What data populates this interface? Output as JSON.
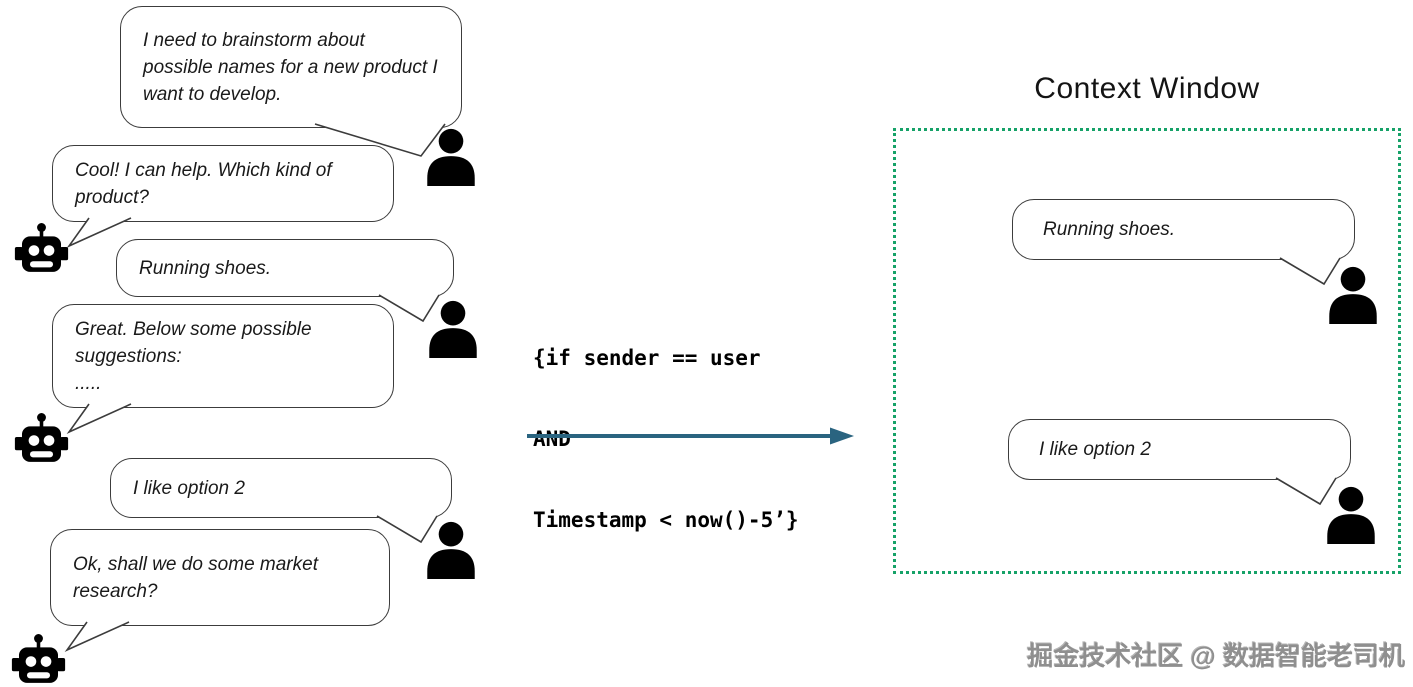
{
  "left_chat": {
    "messages": [
      {
        "sender": "user",
        "text": "I need to brainstorm about possible names for a new product I want to develop."
      },
      {
        "sender": "bot",
        "text": "Cool! I can help. Which kind of product?"
      },
      {
        "sender": "user",
        "text": "Running shoes."
      },
      {
        "sender": "bot",
        "text": "Great. Below some possible suggestions:\n....."
      },
      {
        "sender": "user",
        "text": "I like option 2"
      },
      {
        "sender": "bot",
        "text": "Ok, shall we do some market research?"
      }
    ]
  },
  "filter": {
    "code_lines": [
      "{if sender == user",
      "AND",
      "Timestamp < now()-5’}"
    ],
    "arrow_color": "#2a6480"
  },
  "context_window": {
    "title": "Context Window",
    "border_color": "#16a268",
    "messages": [
      {
        "sender": "user",
        "text": "Running shoes."
      },
      {
        "sender": "user",
        "text": "I like option 2"
      }
    ]
  },
  "watermark": "掘金技术社区 @ 数据智能老司机",
  "icons": {
    "user": "person-silhouette",
    "bot": "robot-head"
  }
}
